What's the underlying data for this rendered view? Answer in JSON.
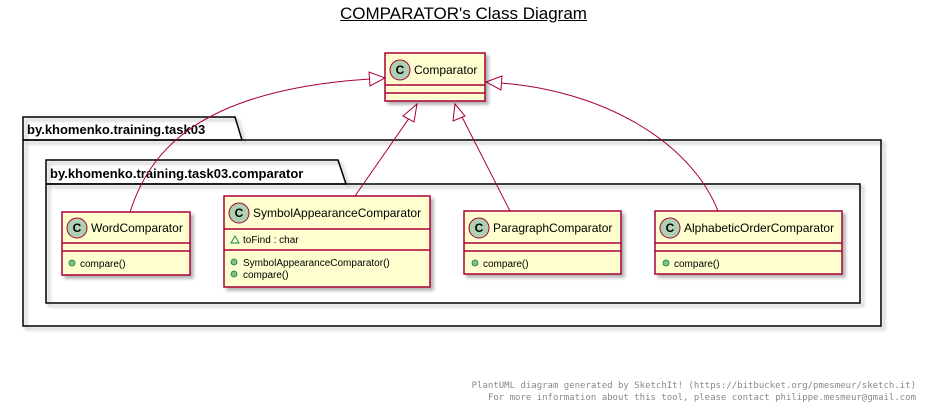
{
  "title": "COMPARATOR's Class Diagram",
  "packages": {
    "outer": "by.khomenko.training.task03",
    "inner": "by.khomenko.training.task03.comparator"
  },
  "classes": {
    "comparator": {
      "stereotype": "C",
      "name": "Comparator"
    },
    "word": {
      "stereotype": "C",
      "name": "WordComparator",
      "methods": [
        "compare()"
      ]
    },
    "symbol": {
      "stereotype": "C",
      "name": "SymbolAppearanceComparator",
      "fields": [
        "toFind : char"
      ],
      "methods": [
        "SymbolAppearanceComparator()",
        "compare()"
      ]
    },
    "paragraph": {
      "stereotype": "C",
      "name": "ParagraphComparator",
      "methods": [
        "compare()"
      ]
    },
    "alphabetic": {
      "stereotype": "C",
      "name": "AlphabeticOrderComparator",
      "methods": [
        "compare()"
      ]
    }
  },
  "footer": {
    "line1": "PlantUML diagram generated by SketchIt! (https://bitbucket.org/pmesmeur/sketch.it)",
    "line2": "For more information about this tool, please contact philippe.mesmeur@gmail.com"
  },
  "colors": {
    "class_fill": "#FEFECE",
    "class_border": "#A80036",
    "stereotype_circle": "#ADD1B2",
    "method_dot": "#84BE84"
  }
}
